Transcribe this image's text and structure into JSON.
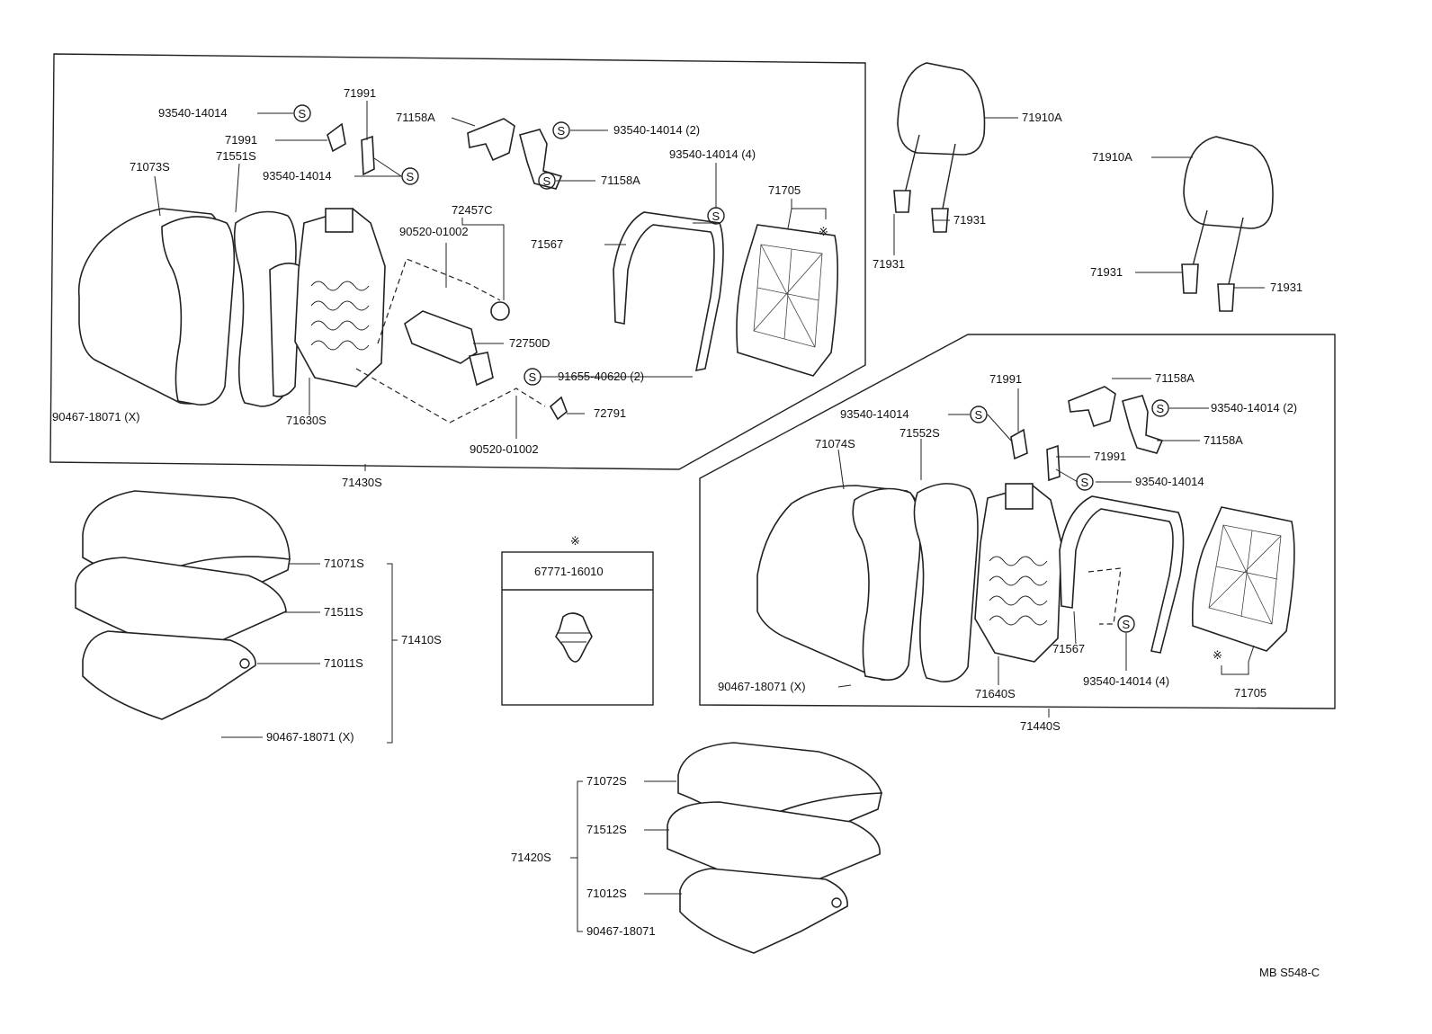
{
  "footer_code": "MB S548-C",
  "note_symbol": "※",
  "bolt_symbol": "S",
  "groups": {
    "front_seatback_left": "71430S",
    "front_seatback_right": "71440S",
    "seat_cushion_left": "71410S",
    "seat_cushion_right": "71420S"
  },
  "labels": {
    "l_93540_14014_a": "93540-14014",
    "l_71991_a": "71991",
    "l_71991_b": "71991",
    "l_93540_14014_b": "93540-14014",
    "l_71073S": "71073S",
    "l_71551S": "71551S",
    "l_71158A_a": "71158A",
    "l_93540_14014_2a": "93540-14014 (2)",
    "l_71158A_b": "71158A",
    "l_93540_14014_4a": "93540-14014 (4)",
    "l_71705_a": "71705",
    "l_72457C": "72457C",
    "l_90520_01002_a": "90520-01002",
    "l_71567_a": "71567",
    "l_72750D": "72750D",
    "l_91655_40620": "91655-40620 (2)",
    "l_72791": "72791",
    "l_90520_01002_b": "90520-01002",
    "l_71630S": "71630S",
    "l_90467_18071_a": "90467-18071 (X)",
    "l_71910A_a": "71910A",
    "l_71931_a": "71931",
    "l_71931_b": "71931",
    "l_71910A_b": "71910A",
    "l_71931_c": "71931",
    "l_71931_d": "71931",
    "l_71991_c": "71991",
    "l_71158A_c": "71158A",
    "l_93540_14014_c": "93540-14014",
    "l_93540_14014_2b": "93540-14014 (2)",
    "l_71074S": "71074S",
    "l_71552S": "71552S",
    "l_71158A_d": "71158A",
    "l_71991_d": "71991",
    "l_93540_14014_d": "93540-14014",
    "l_71567_b": "71567",
    "l_93540_14014_4b": "93540-14014 (4)",
    "l_71705_b": "71705",
    "l_71640S": "71640S",
    "l_90467_18071_b": "90467-18071 (X)",
    "l_71071S": "71071S",
    "l_71511S": "71511S",
    "l_71011S": "71011S",
    "l_90467_18071_c": "90467-18071 (X)",
    "l_67771_16010": "67771-16010",
    "l_71072S": "71072S",
    "l_71512S": "71512S",
    "l_71012S": "71012S",
    "l_90467_18071_d": "90467-18071"
  }
}
